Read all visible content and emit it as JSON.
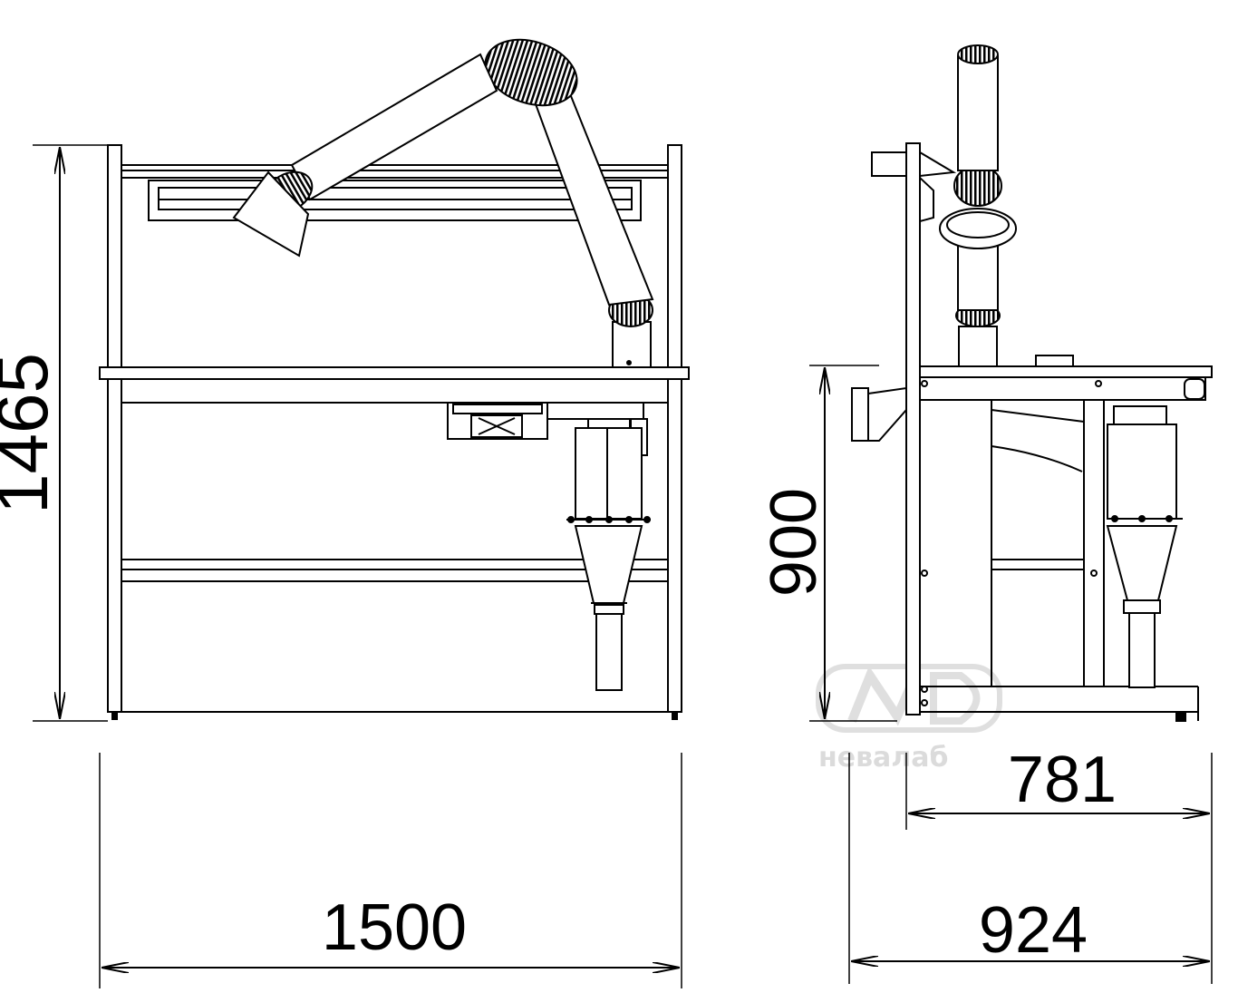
{
  "dimensions": {
    "front_height": "1465",
    "front_width": "1500",
    "side_table_height": "900",
    "side_table_depth": "781",
    "side_total_depth": "924"
  },
  "watermark": {
    "text": "невалаб"
  },
  "colors": {
    "line": "#000000",
    "background": "#ffffff",
    "watermark": "#d8d8d8"
  }
}
